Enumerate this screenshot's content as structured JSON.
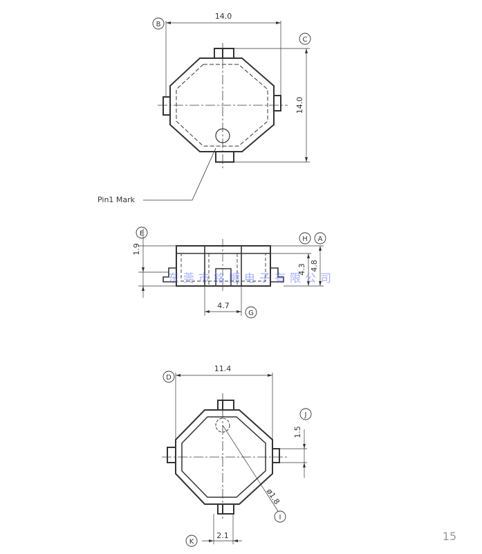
{
  "top_view": {
    "width_dim": "14.0",
    "height_dim": "14.0",
    "label_b": "B",
    "label_c": "C",
    "pin1_mark": "Pin1 Mark"
  },
  "side_view": {
    "dim_1_9": "1.9",
    "dim_4_3": "4.3",
    "dim_4_8": "4.8",
    "dim_4_7": "4.7",
    "label_e": "E",
    "label_h": "H",
    "label_a": "A",
    "label_g": "G"
  },
  "bottom_view": {
    "width_dim": "11.4",
    "dim_1_5": "1.5",
    "dim_2_1": "2.1",
    "hole_dim": "ø1.8",
    "label_d": "D",
    "label_j": "J",
    "label_i": "I",
    "label_k": "K"
  },
  "watermark": "东莞市铭顺电子有限公司",
  "page_number": "15"
}
